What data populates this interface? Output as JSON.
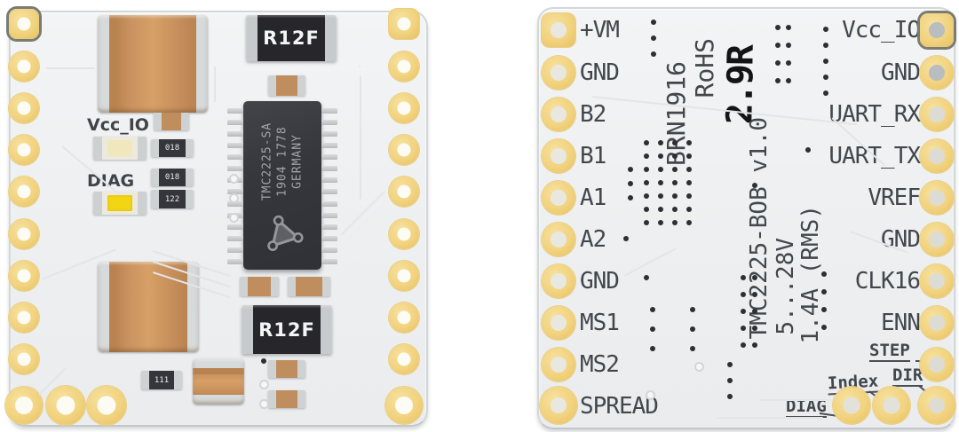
{
  "front_board": {
    "silkscreen": {
      "vcc_io": "Vcc_IO",
      "diag": "DIAG"
    },
    "ic": {
      "line1": "TMC2225-SA",
      "line2": "1904 1778",
      "line3": "GERMANY"
    },
    "resistor_top": "R12F",
    "resistor_bottom": "R12F",
    "small_parts": {
      "r1": "018",
      "r2": "018",
      "r3": "122",
      "r4": "111"
    }
  },
  "back_board": {
    "left_pins": [
      "+VM",
      "GND",
      "B2",
      "B1",
      "A1",
      "A2",
      "GND",
      "MS1",
      "MS2",
      "SPREAD"
    ],
    "right_pins": [
      "Vcc_IO",
      "GND",
      "UART_RX",
      "UART_TX",
      "VREF",
      "GND",
      "CLK16",
      "ENN"
    ],
    "bottom_labels": {
      "step": "STEP",
      "dir": "DIR",
      "index": "Index",
      "diag": "DIAG"
    },
    "vertical_texts": {
      "batch": "BRN1916",
      "rohs": "RoHS",
      "part": "TMC2225-BOB v1.0",
      "voltage": "5...28V",
      "current": "1.4A (RMS)"
    },
    "handwritten": "2.9R"
  },
  "colors": {
    "background": "#ffffff",
    "board": "#edeff0",
    "pad_gold": "#f1d27e",
    "silkscreen": "#42474c",
    "marker_ink": "#141417",
    "chip_body": "#36373d",
    "copper_capacitor": "#c58d5a",
    "led_yellow": "#f2d513"
  }
}
